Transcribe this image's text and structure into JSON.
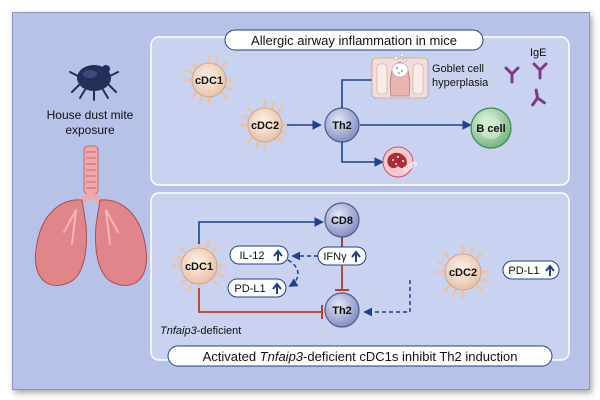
{
  "top_panel": {
    "title": "Allergic airway inflammation in mice",
    "cells": {
      "cdc1": "cDC1",
      "cdc2": "cDC2",
      "th2": "Th2",
      "bcell": "B cell",
      "eos": "EOS"
    },
    "goblet_label_line1": "Goblet cell",
    "goblet_label_line2": "hyperplasia",
    "ige_label": "IgE"
  },
  "left_panel": {
    "exposure_line1": "House dust mite",
    "exposure_line2": "exposure"
  },
  "bottom_panel": {
    "cells": {
      "cdc1": "cDC1",
      "cd8": "CD8",
      "th2": "Th2",
      "cdc2": "cDC2"
    },
    "il12": "IL-12",
    "pdl1_left": "PD-L1",
    "ifng": "IFNγ",
    "pdl1_right": "PD-L1",
    "deficient_gene": "Tnfaip3",
    "deficient_suffix": "-deficient",
    "title_prefix": "Activated ",
    "title_gene": "Tnfaip3",
    "title_suffix": "-deficient cDC1s inhibit Th2 induction"
  },
  "colors": {
    "background": "#b6c2e8",
    "panel_fill": "#c9d3f0",
    "arrow_blue": "#1f3f8f",
    "inhibit_red": "#c0392b",
    "dc_body": "#f3d9c6",
    "th2_fill": "#aab4d8",
    "bcell_fill": "#9fd0a0",
    "lung_fill": "#e0868a",
    "trachea_fill": "#f2a8ab"
  }
}
